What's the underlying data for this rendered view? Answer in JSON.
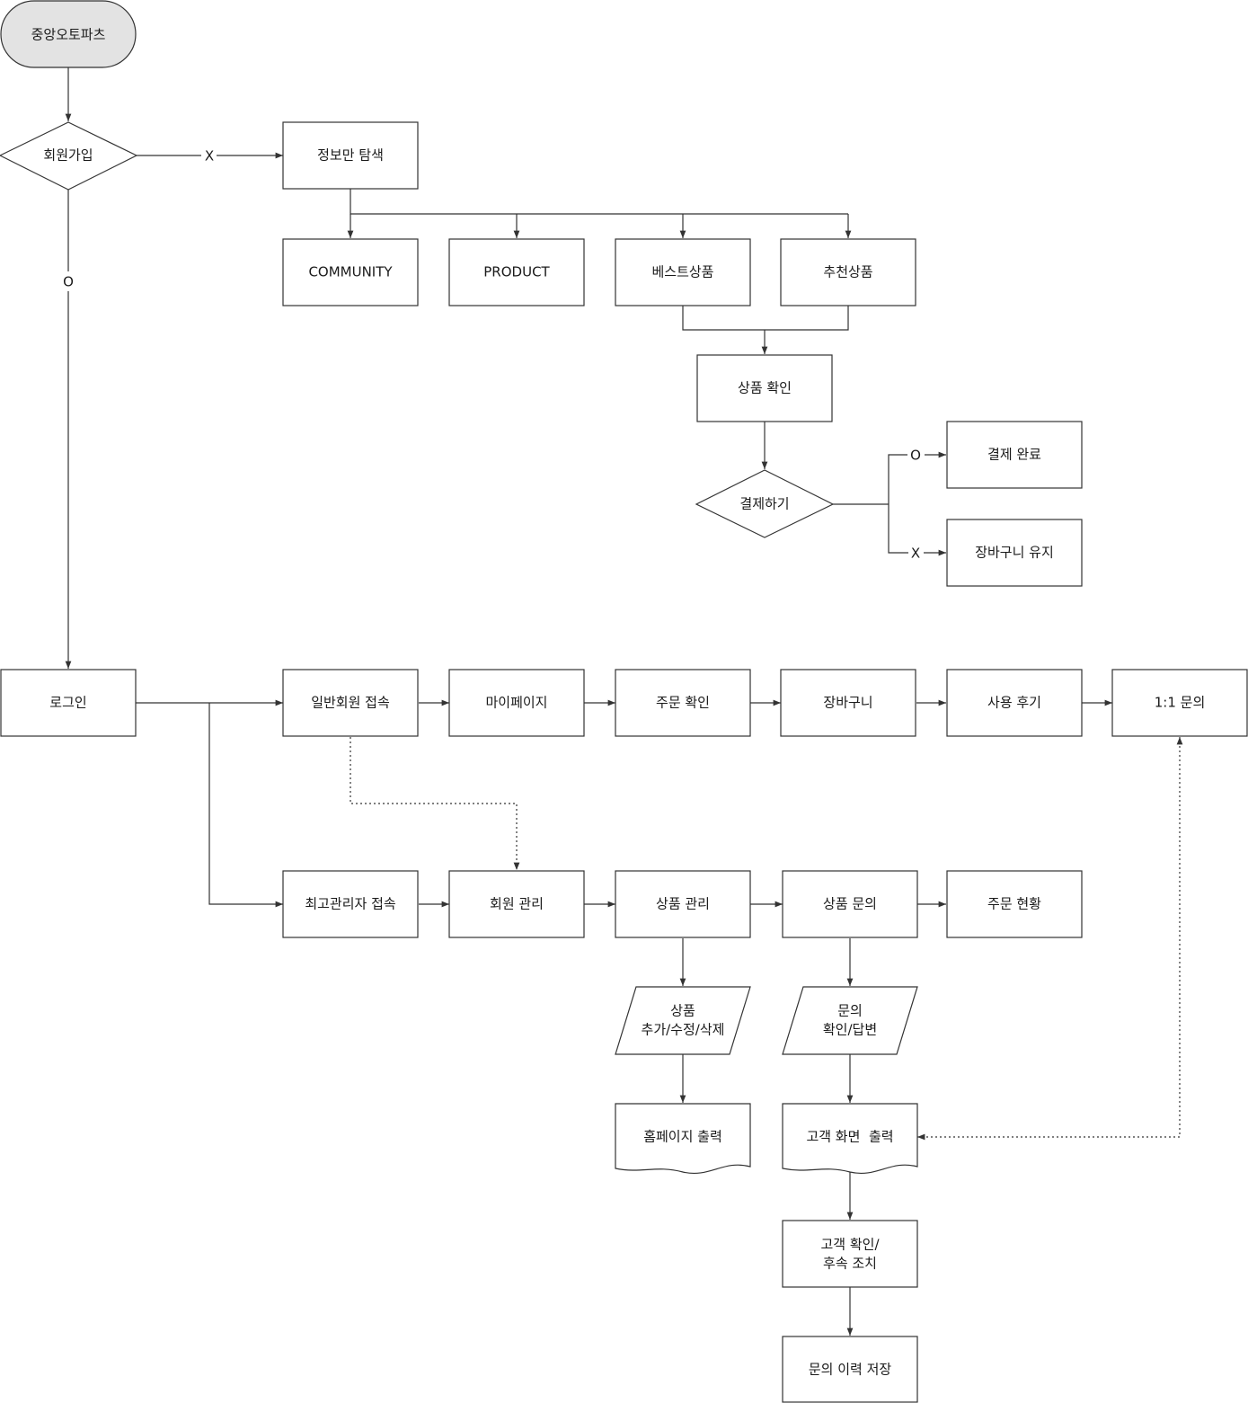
{
  "nodes": {
    "start": "중앙오토파츠",
    "signup": "회원가입",
    "browse": "정보만 탐색",
    "community": "COMMUNITY",
    "product": "PRODUCT",
    "best": "베스트상품",
    "recommend": "추천상품",
    "check_product": "상품 확인",
    "checkout": "결제하기",
    "paid": "결제 완료",
    "keep_cart": "장바구니 유지",
    "login": "로그인",
    "member_access": "일반회원 접속",
    "mypage": "마이페이지",
    "order_check": "주문 확인",
    "cart": "장바구니",
    "review": "사용 후기",
    "qna": "1:1 문의",
    "admin_access": "최고관리자 접속",
    "member_mgmt": "회원 관리",
    "product_mgmt": "상품 관리",
    "product_inquiry": "상품 문의",
    "order_status": "주문 현황",
    "product_crud": [
      "상품",
      "추가/수정/삭제"
    ],
    "inquiry_answer": [
      "문의",
      "확인/답변"
    ],
    "homepage_output": "홈페이지 출력",
    "customer_output": "고객 화면  출력",
    "customer_followup": [
      "고객 확인/",
      "후속 조치"
    ],
    "inquiry_log": "문의 이력 저장"
  },
  "edge_labels": {
    "signup_no": "X",
    "signup_yes": "O",
    "checkout_yes": "O",
    "checkout_no": "X"
  }
}
